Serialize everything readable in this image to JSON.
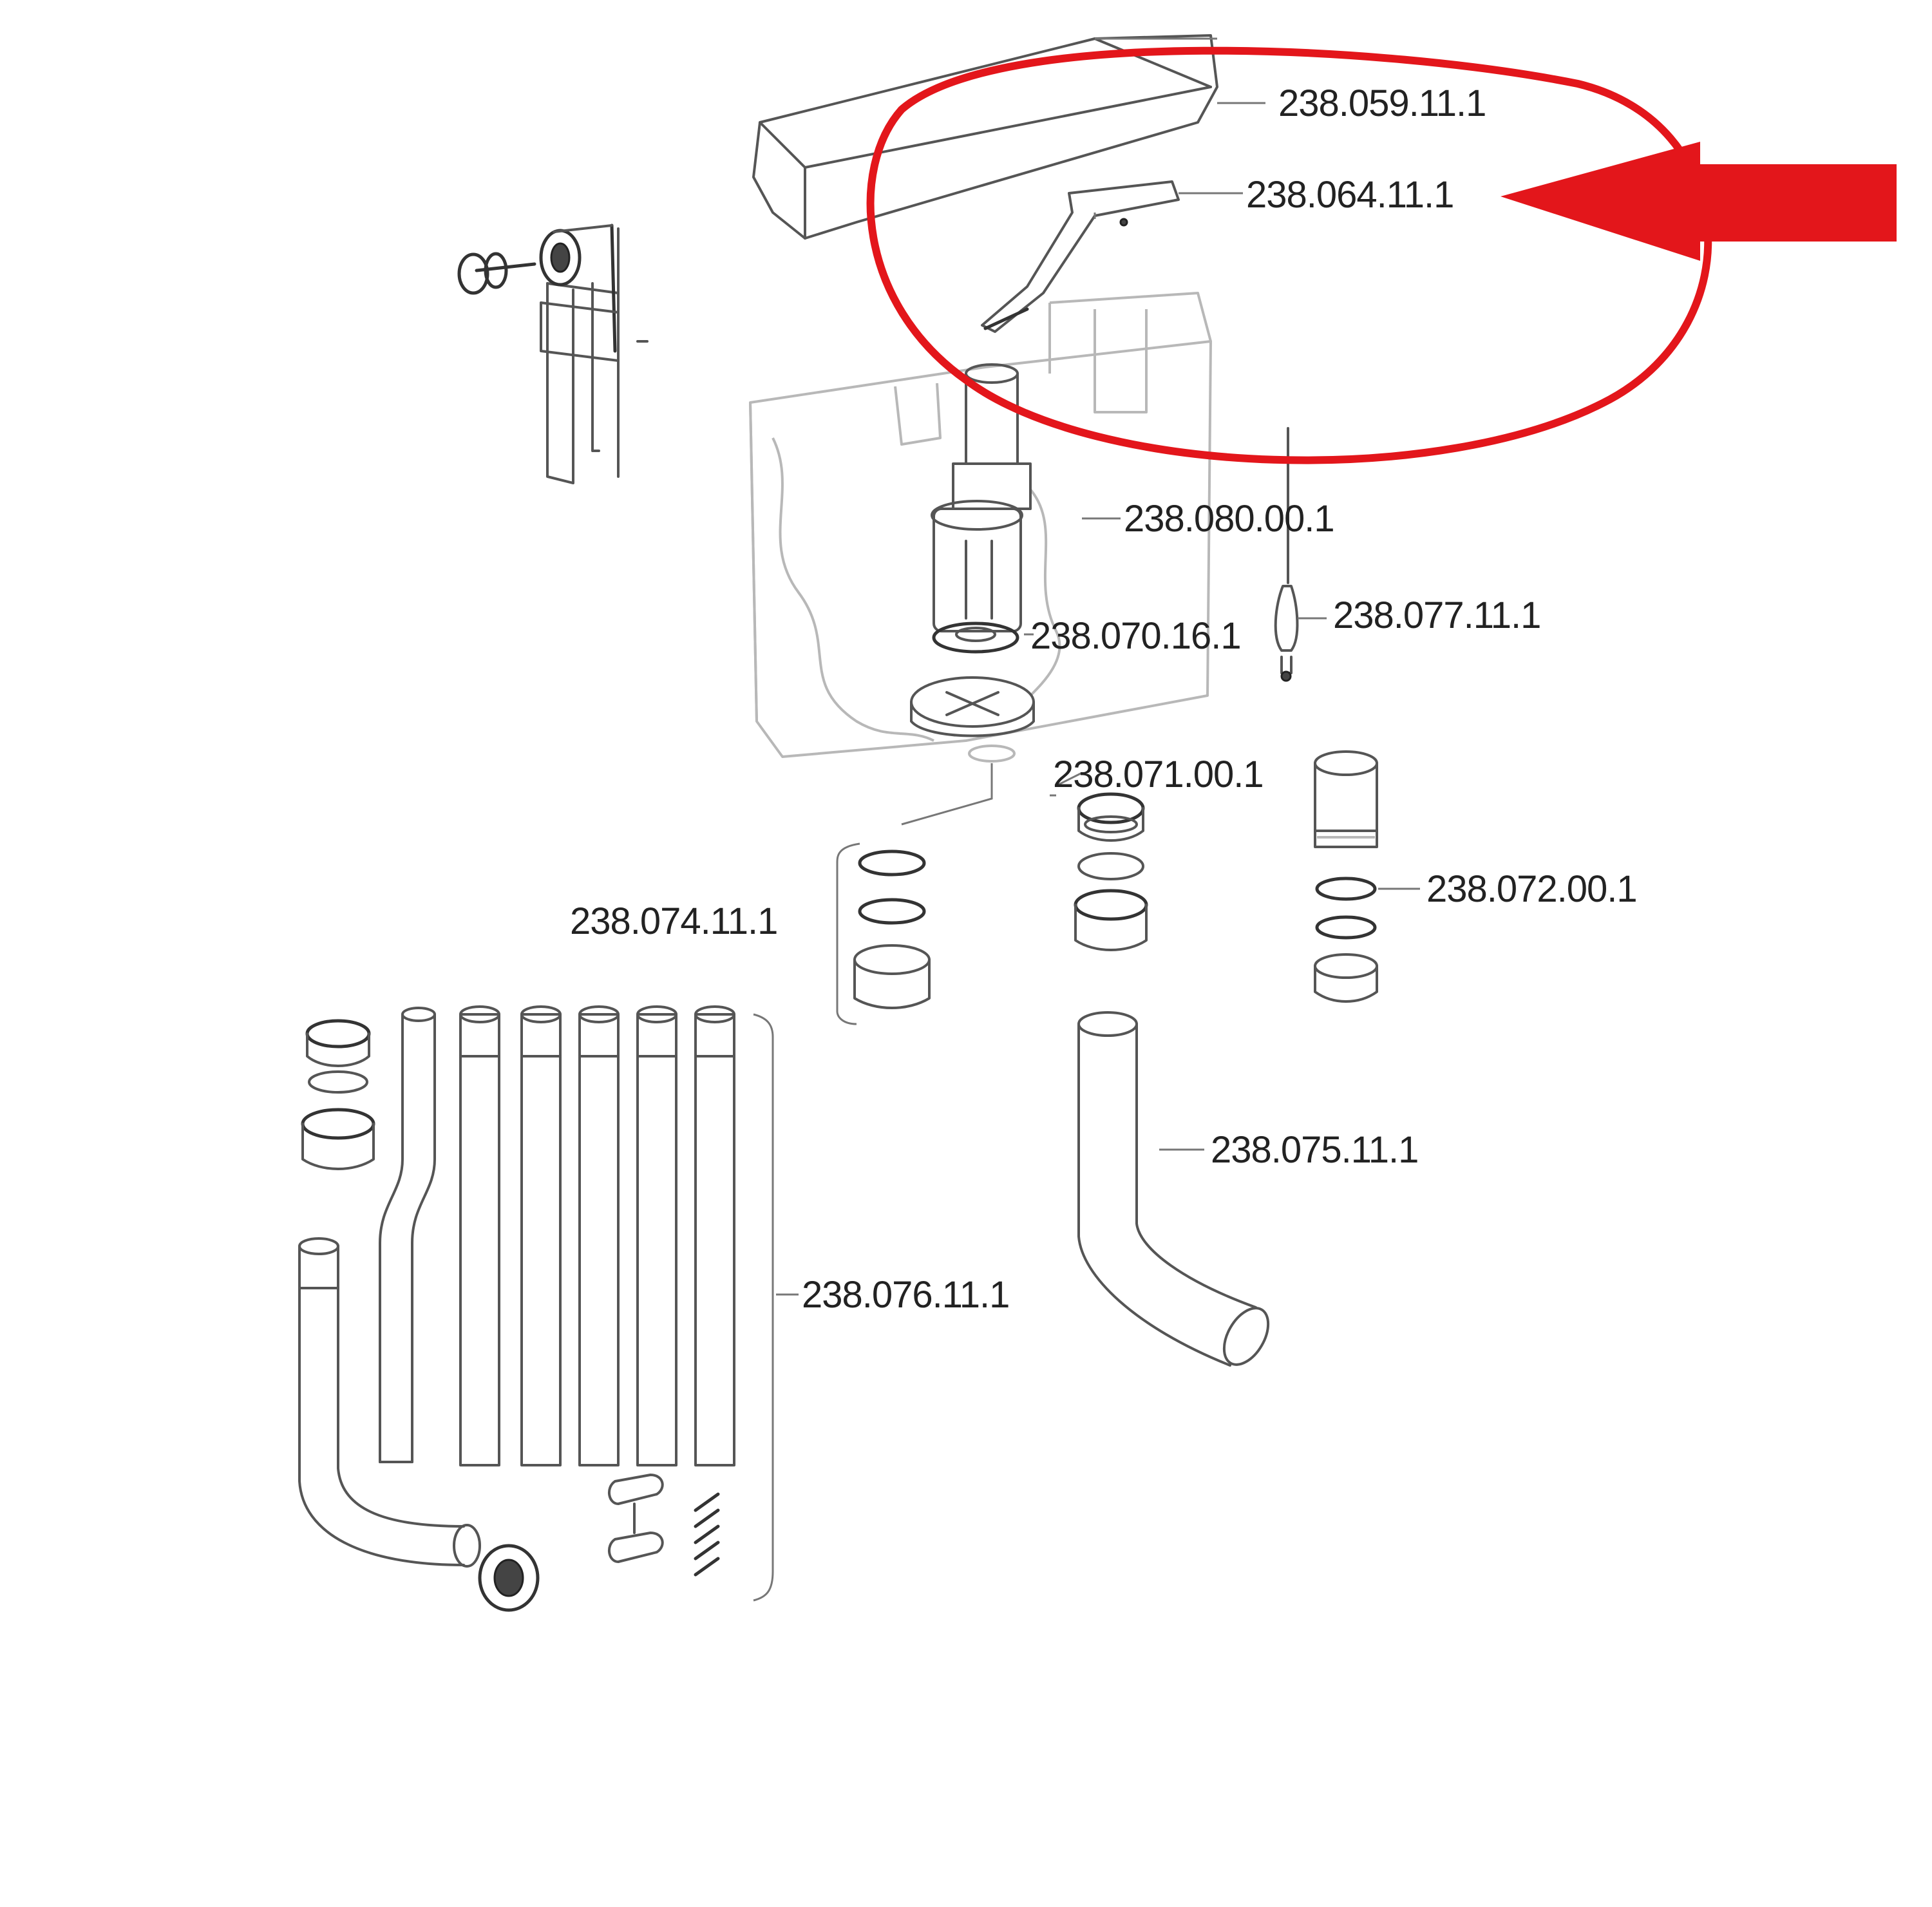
{
  "part_numbers": {
    "cover": "238.059.11.1",
    "lever": "238.064.11.1",
    "flush_valve": "238.080.00.1",
    "valve_seal": "238.070.16.1",
    "pull_rod": "238.077.11.1",
    "outlet_nut": "238.071.00.1",
    "connector": "238.072.00.1",
    "seal_set": "238.074.11.1",
    "flush_bend": "238.075.11.1",
    "pipe_set": "238.076.11.1"
  },
  "colors": {
    "highlight": "#e3161b",
    "line": "#555555",
    "text": "#222222"
  },
  "icons": {
    "highlight_arrow": "left-arrow-icon",
    "highlight_ring": "ellipse-outline"
  }
}
